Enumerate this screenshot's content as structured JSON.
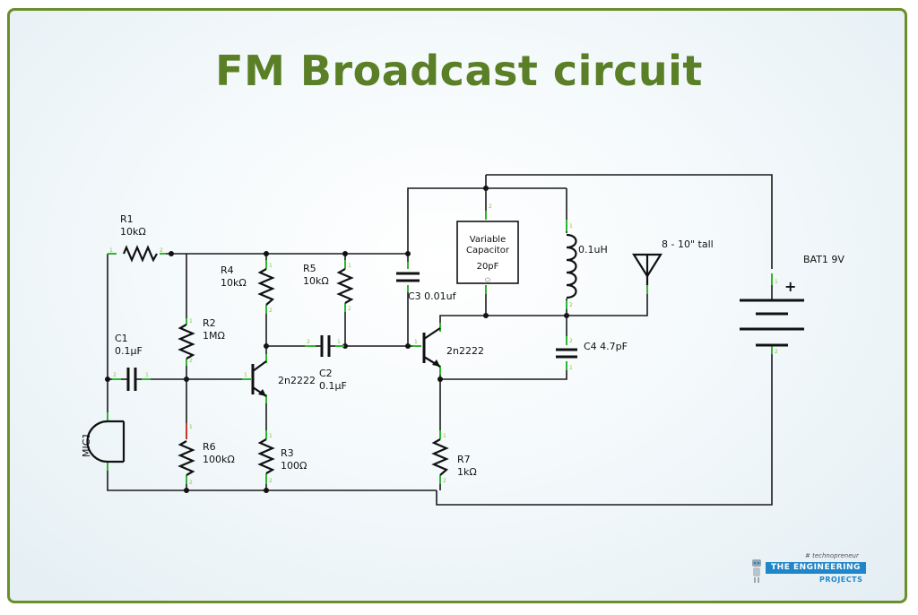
{
  "title": "FM Broadcast circuit",
  "labels": {
    "r1_name": "R1",
    "r1_value": "10kΩ",
    "r2_name": "R2",
    "r2_value": "1MΩ",
    "r3_name": "R3",
    "r3_value": "100Ω",
    "r4_name": "R4",
    "r4_value": "10kΩ",
    "r5_name": "R5",
    "r5_value": "10kΩ",
    "r6_name": "R6",
    "r6_value": "100kΩ",
    "r7_name": "R7",
    "r7_value": "1kΩ",
    "c1_name": "C1",
    "c1_value": "0.1µF",
    "c2_name": "C2",
    "c2_value": "0.1µF",
    "c3_label": "C3 0.01uf",
    "c4_label": "C4 4.7pF",
    "q1_label": "2n2222",
    "q2_label": "2n2222",
    "varcap_line1": "Variable",
    "varcap_line2": "Capacitor",
    "varcap_value": "20pF",
    "inductor_value": "0.1uH",
    "antenna_label": "8 - 10\" tall",
    "battery_label": "BAT1 9V",
    "battery_plus": "+",
    "mic_label": "MIC1"
  },
  "pins": {
    "one": "1",
    "two": "2"
  },
  "logo": {
    "tagline": "# technopreneur",
    "brand": "THE ENGINEERING",
    "sub": "PROJECTS"
  },
  "colors": {
    "title": "#5a7f26",
    "frame": "#6b8e2b",
    "wire": "#1a1a1a",
    "pin_lead": "#2fb52f",
    "r6_lead": "#c0392b",
    "logo_blue": "#1f86c9"
  }
}
